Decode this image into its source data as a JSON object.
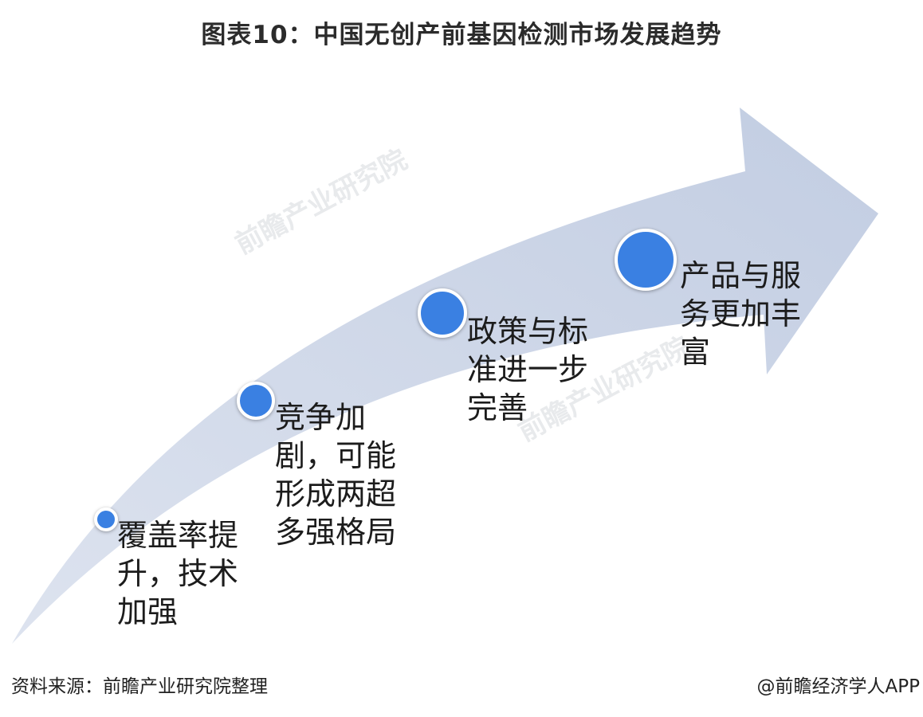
{
  "title": "图表10：中国无创产前基因检测市场发展趋势",
  "stages": [
    {
      "label": "覆盖率提\n升，技术\n加强",
      "dot_size": "small"
    },
    {
      "label": "竞争加\n剧，可能\n形成两超\n多强格局",
      "dot_size": "medium"
    },
    {
      "label": "政策与标\n准进一步\n完善",
      "dot_size": "medium"
    },
    {
      "label": "产品与服\n务更加丰\n富",
      "dot_size": "large"
    }
  ],
  "footer": {
    "source": "资料来源：前瞻产业研究院整理",
    "credit": "@前瞻经济学人APP"
  },
  "colors": {
    "arrow": "#c9d3e6",
    "dot": "#3a80e2"
  }
}
